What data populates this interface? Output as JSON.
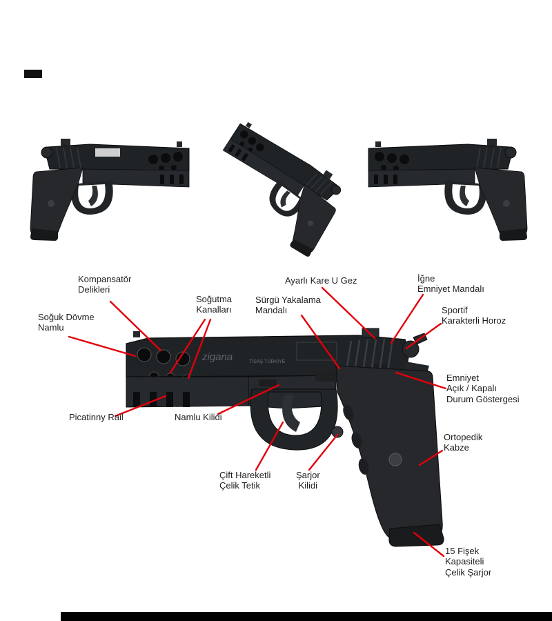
{
  "page": {
    "background": "#ffffff"
  },
  "marks": {
    "top_dash": "dash-mark",
    "footer_bar": "black-bar"
  },
  "photos": {
    "left": "pistol-left-side-photo",
    "center": "pistol-angled-photo",
    "right": "pistol-right-side-photo"
  },
  "diagram": {
    "slide_markings": {
      "logo": "zigana",
      "origin": "TİSAŞ TÜRKİYE"
    },
    "labels": [
      {
        "id": "kompansator-delikleri",
        "lines": [
          "Kompansatör",
          "Delikleri"
        ]
      },
      {
        "id": "sogutma-kanallari",
        "lines": [
          "Soğutma",
          "Kanalları"
        ]
      },
      {
        "id": "soguk-dovme-namlu",
        "lines": [
          "Soğuk Dövme",
          "Namlu"
        ]
      },
      {
        "id": "ayarli-kare-u-gez",
        "lines": [
          "Ayarlı Kare U Gez"
        ]
      },
      {
        "id": "surgu-yakalama-mandali",
        "lines": [
          "Sürgü Yakalama",
          "Mandalı"
        ]
      },
      {
        "id": "igne-emniyet-mandali",
        "lines": [
          "İğne",
          "Emniyet Mandalı"
        ]
      },
      {
        "id": "sportif-karakterli-horoz",
        "lines": [
          "Sportif",
          "Karakterli Horoz"
        ]
      },
      {
        "id": "emniyet-durum-gostergesi",
        "lines": [
          "Emniyet",
          "Açık / Kapalı",
          "Durum Göstergesi"
        ]
      },
      {
        "id": "picatinny-rail",
        "lines": [
          "Picatinny Rail"
        ]
      },
      {
        "id": "namlu-kilidi",
        "lines": [
          "Namlu Kilidi"
        ]
      },
      {
        "id": "cift-hareketli-celik-tetik",
        "lines": [
          "Çift Hareketli",
          "Çelik Tetik"
        ]
      },
      {
        "id": "sarjor-kilidi",
        "lines": [
          "Şarjor",
          "Kilidi"
        ]
      },
      {
        "id": "ortopedik-kabze",
        "lines": [
          "Ortopedik",
          "Kabze"
        ]
      },
      {
        "id": "celik-sarjor",
        "lines": [
          "15 Fişek",
          "Kapasiteli",
          "Çelik Şarjor"
        ]
      }
    ]
  },
  "colors": {
    "leader_line": "#e2000a",
    "label_text": "#1d1d1d",
    "gun_black": "#202326",
    "footer_bar": "#000000"
  }
}
